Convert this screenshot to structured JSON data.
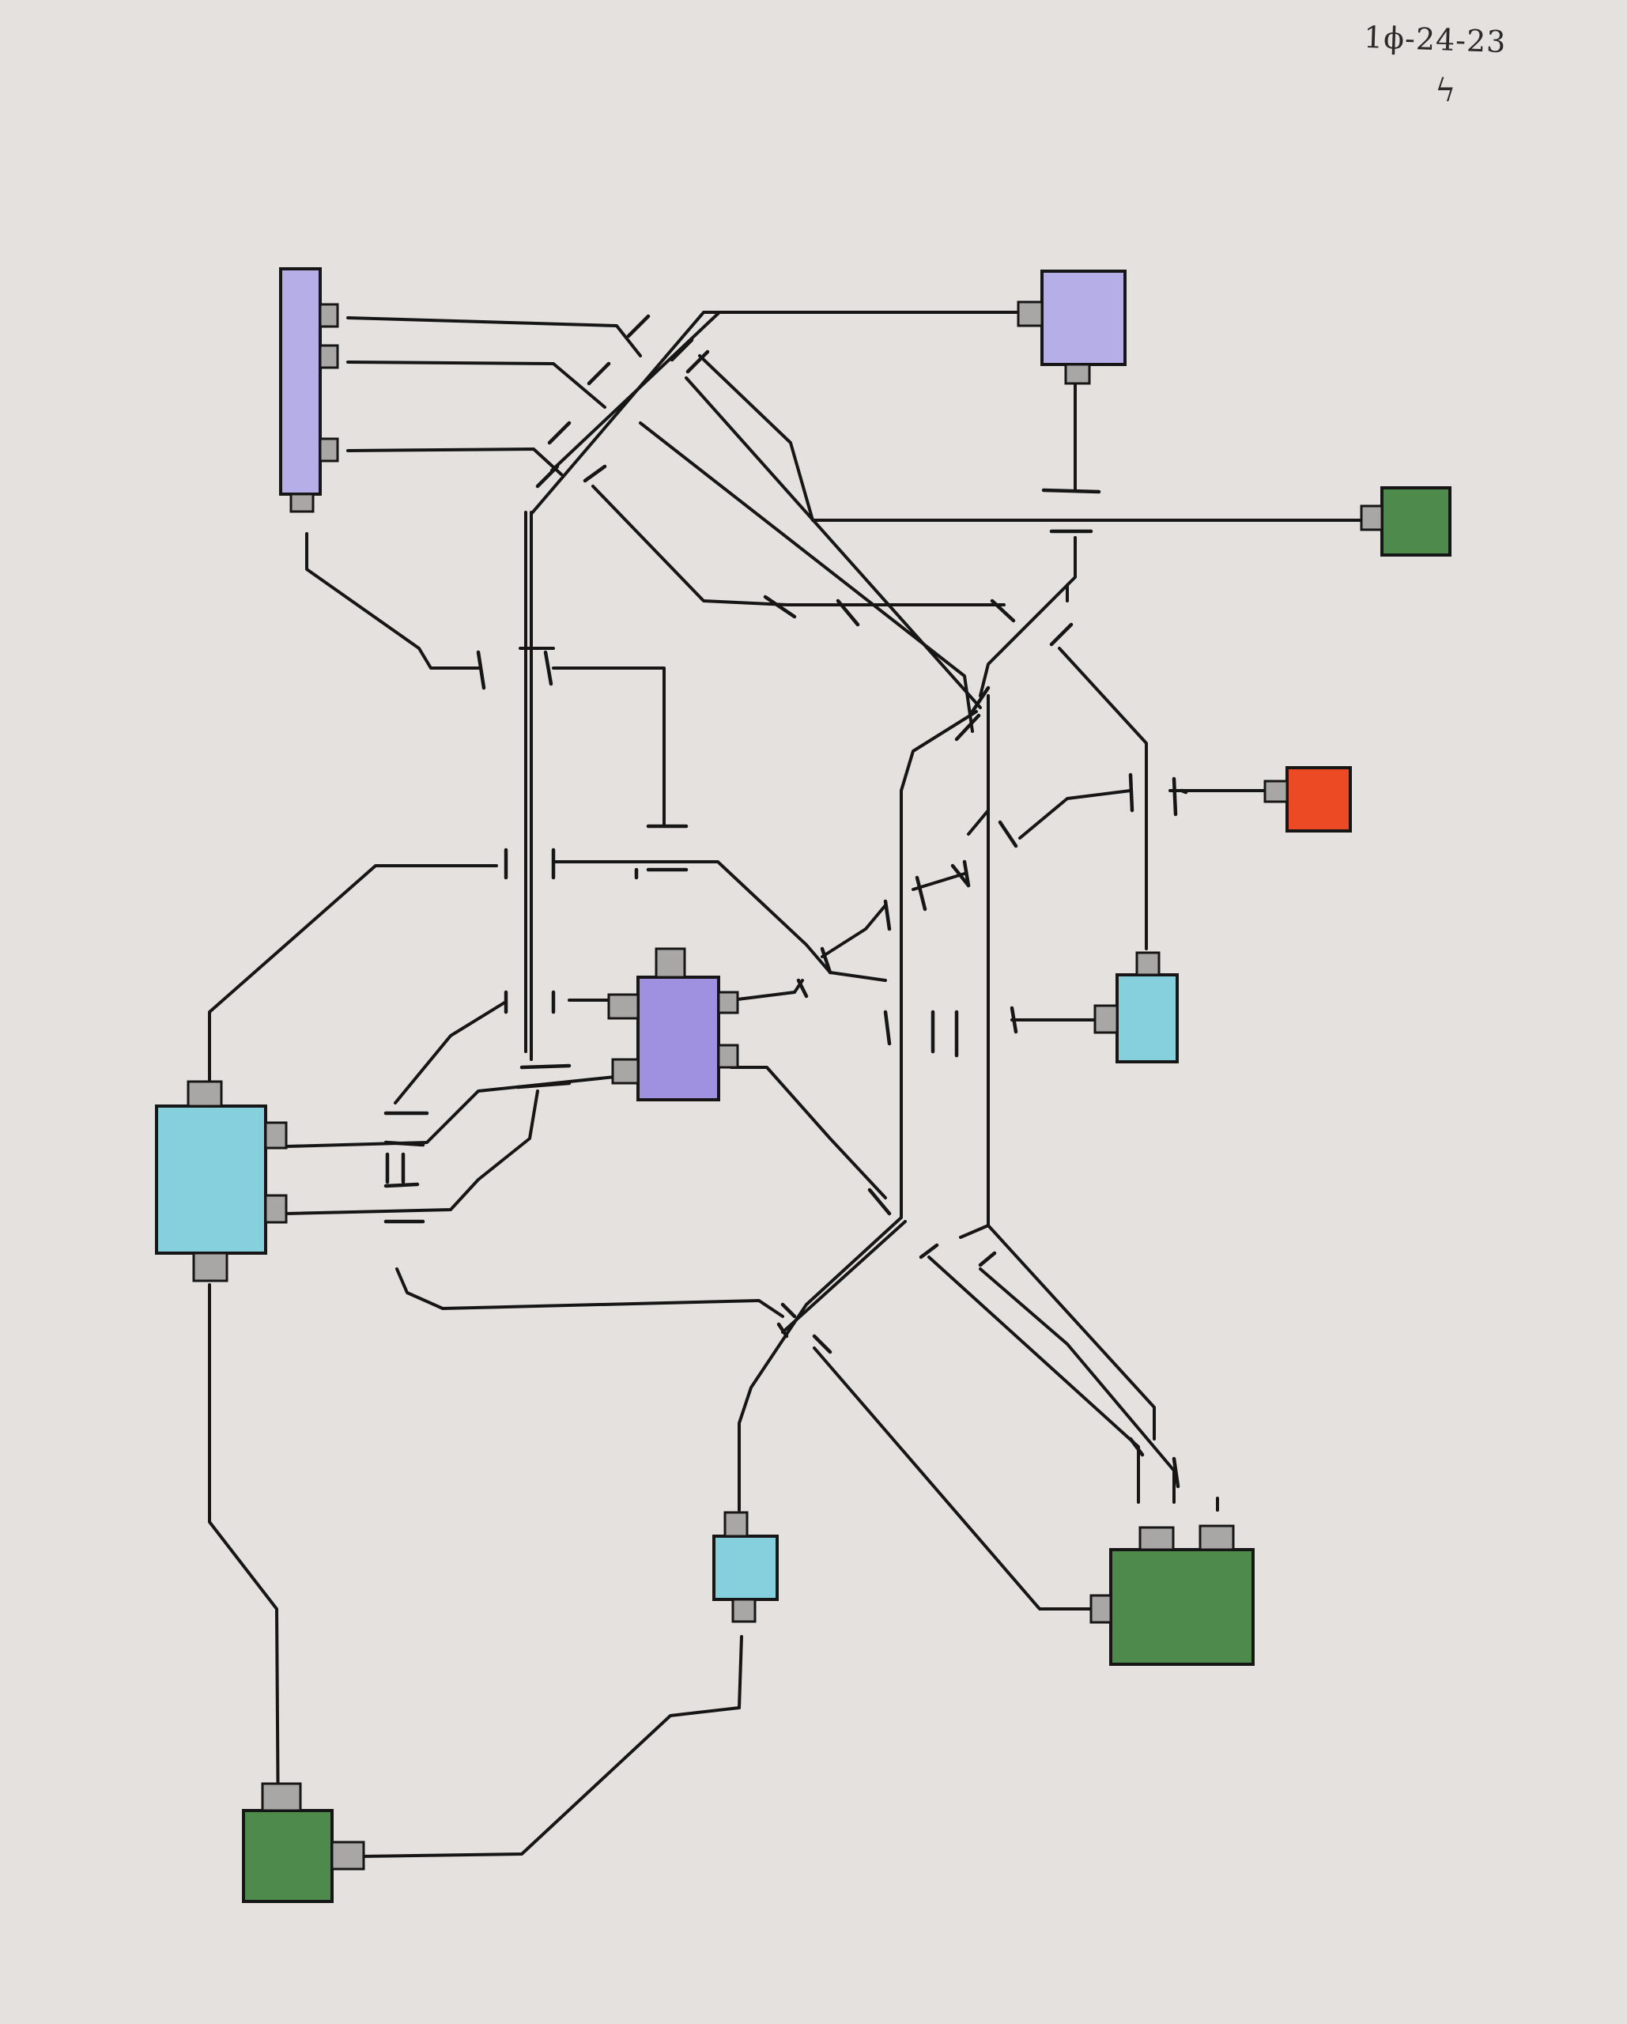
{
  "note": {
    "date": "1ϕ-24-23",
    "initials": "ϟ"
  },
  "colors": {
    "paper": "#e4e1de",
    "ink": "#161616",
    "lavender": "#b6aee6",
    "violet": "#9f90e0",
    "green": "#4e8a4b",
    "cyan": "#86d0de",
    "red": "#ec4a24",
    "port": "#a9a6a6"
  },
  "icons": {
    "port": "gray-square-port",
    "terminal": "t-bar-terminal"
  }
}
